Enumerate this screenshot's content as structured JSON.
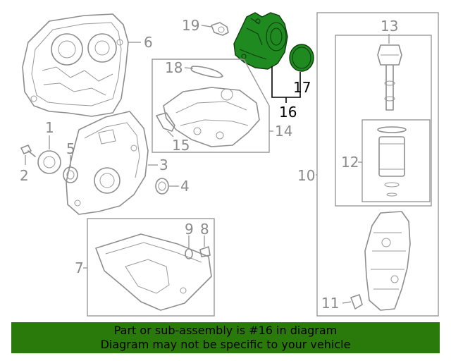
{
  "diagram": {
    "callouts": {
      "c1": "1",
      "c2": "2",
      "c3": "3",
      "c4": "4",
      "c5": "5",
      "c6": "6",
      "c7": "7",
      "c8": "8",
      "c9": "9",
      "c10": "10",
      "c11": "11",
      "c12": "12",
      "c13": "13",
      "c14": "14",
      "c15": "15",
      "c16": "16",
      "c17": "17",
      "c18": "18",
      "c19": "19"
    },
    "highlight_part": "16",
    "highlight_color": "#2a7a0b",
    "part_color": "#8e8e8e"
  },
  "banner": {
    "line1": "Part or sub-assembly is #16 in diagram",
    "line2": "Diagram may not be specific to your vehicle",
    "background": "#2a7a0b"
  }
}
